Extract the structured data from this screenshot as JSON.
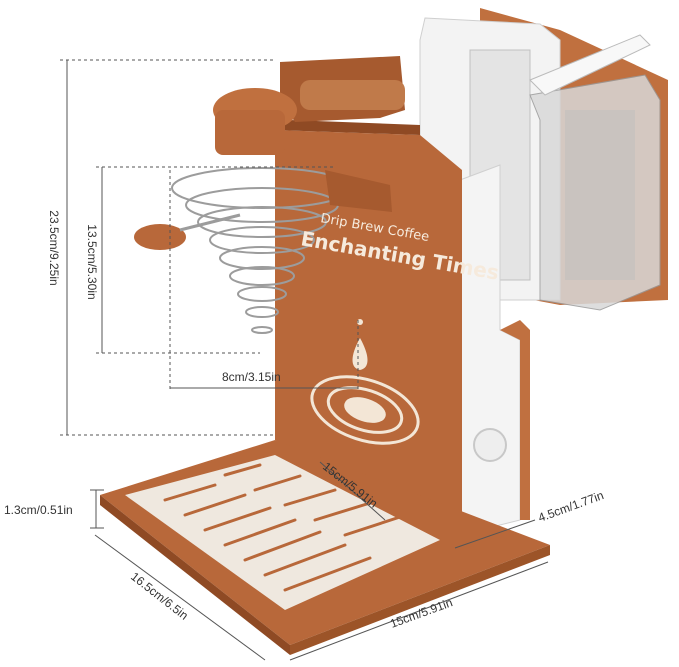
{
  "colors": {
    "body": "#b8683a",
    "body_dark": "#8f4a24",
    "body_light": "#c97b4b",
    "tray_insert": "#efe8df",
    "slot": "#b8683a",
    "panel": "#f2f2f2",
    "tank": "#c9c9c9",
    "dim_line": "#555555"
  },
  "product": {
    "brand_line_1": "Drip Brew Coffee",
    "brand_line_2": "Enchanting Times",
    "icons": [
      "coffee-drop-icon",
      "ripple-icon"
    ]
  },
  "dimensions": {
    "height_total": "23.5cm/9.25in",
    "filter_height": "13.5cm/5.30in",
    "filter_diameter": "8cm/3.15in",
    "tray_depth_top": "15cm/5.91in",
    "tray_height": "1.3cm/0.51in",
    "base_depth": "16.5cm/6.5in",
    "base_width": "15cm/5.91in",
    "column_width": "4.5cm/1.77in"
  }
}
